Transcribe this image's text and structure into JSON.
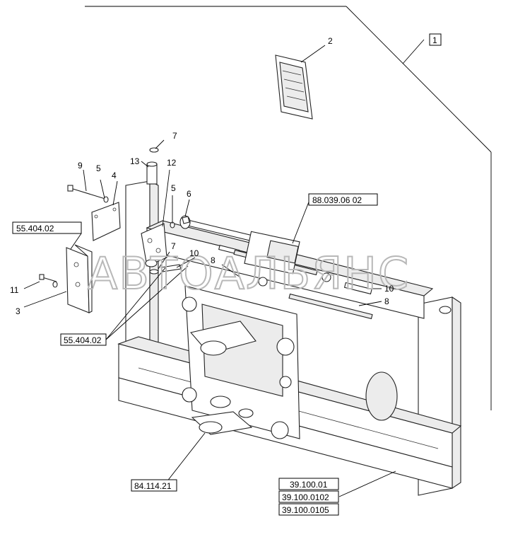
{
  "watermark": "АВТОАЛЬЯНС",
  "assembly_number": "1",
  "callouts": [
    {
      "id": "c2",
      "text": "2"
    },
    {
      "id": "c7a",
      "text": "7"
    },
    {
      "id": "c13",
      "text": "13"
    },
    {
      "id": "c9",
      "text": "9"
    },
    {
      "id": "c5a",
      "text": "5"
    },
    {
      "id": "c4",
      "text": "4"
    },
    {
      "id": "c12",
      "text": "12"
    },
    {
      "id": "c5b",
      "text": "5"
    },
    {
      "id": "c6",
      "text": "6"
    },
    {
      "id": "c7b",
      "text": "7"
    },
    {
      "id": "c10a",
      "text": "10"
    },
    {
      "id": "c8a",
      "text": "8"
    },
    {
      "id": "c11",
      "text": "11"
    },
    {
      "id": "c3",
      "text": "3"
    },
    {
      "id": "c10b",
      "text": "10"
    },
    {
      "id": "c8b",
      "text": "8"
    }
  ],
  "references": {
    "ref_55_404_02_top": "55.404.02",
    "ref_55_404_02_bottom": "55.404.02",
    "ref_88_039": "88.039.06 02",
    "ref_84_114": "84.114.21",
    "ref_39_100_01": "39.100.01",
    "ref_39_100_0102": "39.100.0102",
    "ref_39_100_0105": "39.100.0105"
  }
}
